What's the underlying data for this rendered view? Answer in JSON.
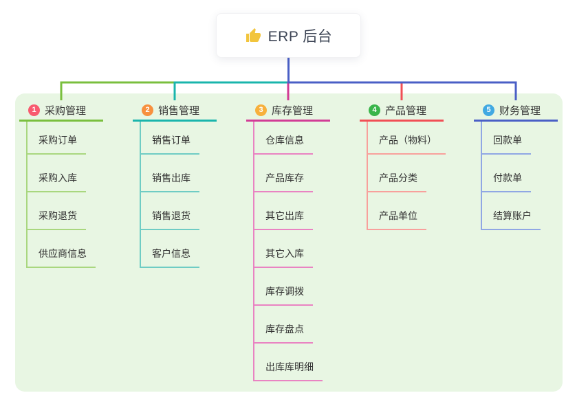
{
  "root": {
    "label": "ERP 后台",
    "icon": "thumbs-up-icon",
    "icon_color": "#f2c53d"
  },
  "canvas": {
    "panel_background": "#e8f6e3",
    "page_background": "#ffffff"
  },
  "branches": [
    {
      "index": "1",
      "label": "采购管理",
      "badge_color": "#f85b6f",
      "line_color": "#7abf3e",
      "child_line_color": "#a9d77f",
      "children": [
        "采购订单",
        "采购入库",
        "采购退货",
        "供应商信息"
      ]
    },
    {
      "index": "2",
      "label": "销售管理",
      "badge_color": "#f7903e",
      "line_color": "#1ab5ac",
      "child_line_color": "#6fccc4",
      "children": [
        "销售订单",
        "销售出库",
        "销售退货",
        "客户信息"
      ]
    },
    {
      "index": "3",
      "label": "库存管理",
      "badge_color": "#f7b03c",
      "line_color": "#d23c96",
      "child_line_color": "#e983c2",
      "children": [
        "仓库信息",
        "产品库存",
        "其它出库",
        "其它入库",
        "库存调拨",
        "库存盘点",
        "出库库明细"
      ]
    },
    {
      "index": "4",
      "label": "产品管理",
      "badge_color": "#39b54a",
      "line_color": "#f14f55",
      "child_line_color": "#f8a09c",
      "children": [
        "产品（物料）",
        "产品分类",
        "产品单位"
      ]
    },
    {
      "index": "5",
      "label": "财务管理",
      "badge_color": "#41a9e2",
      "line_color": "#4a5fc6",
      "child_line_color": "#90a7e4",
      "children": [
        "回款单",
        "付款单",
        "结算账户"
      ]
    }
  ]
}
